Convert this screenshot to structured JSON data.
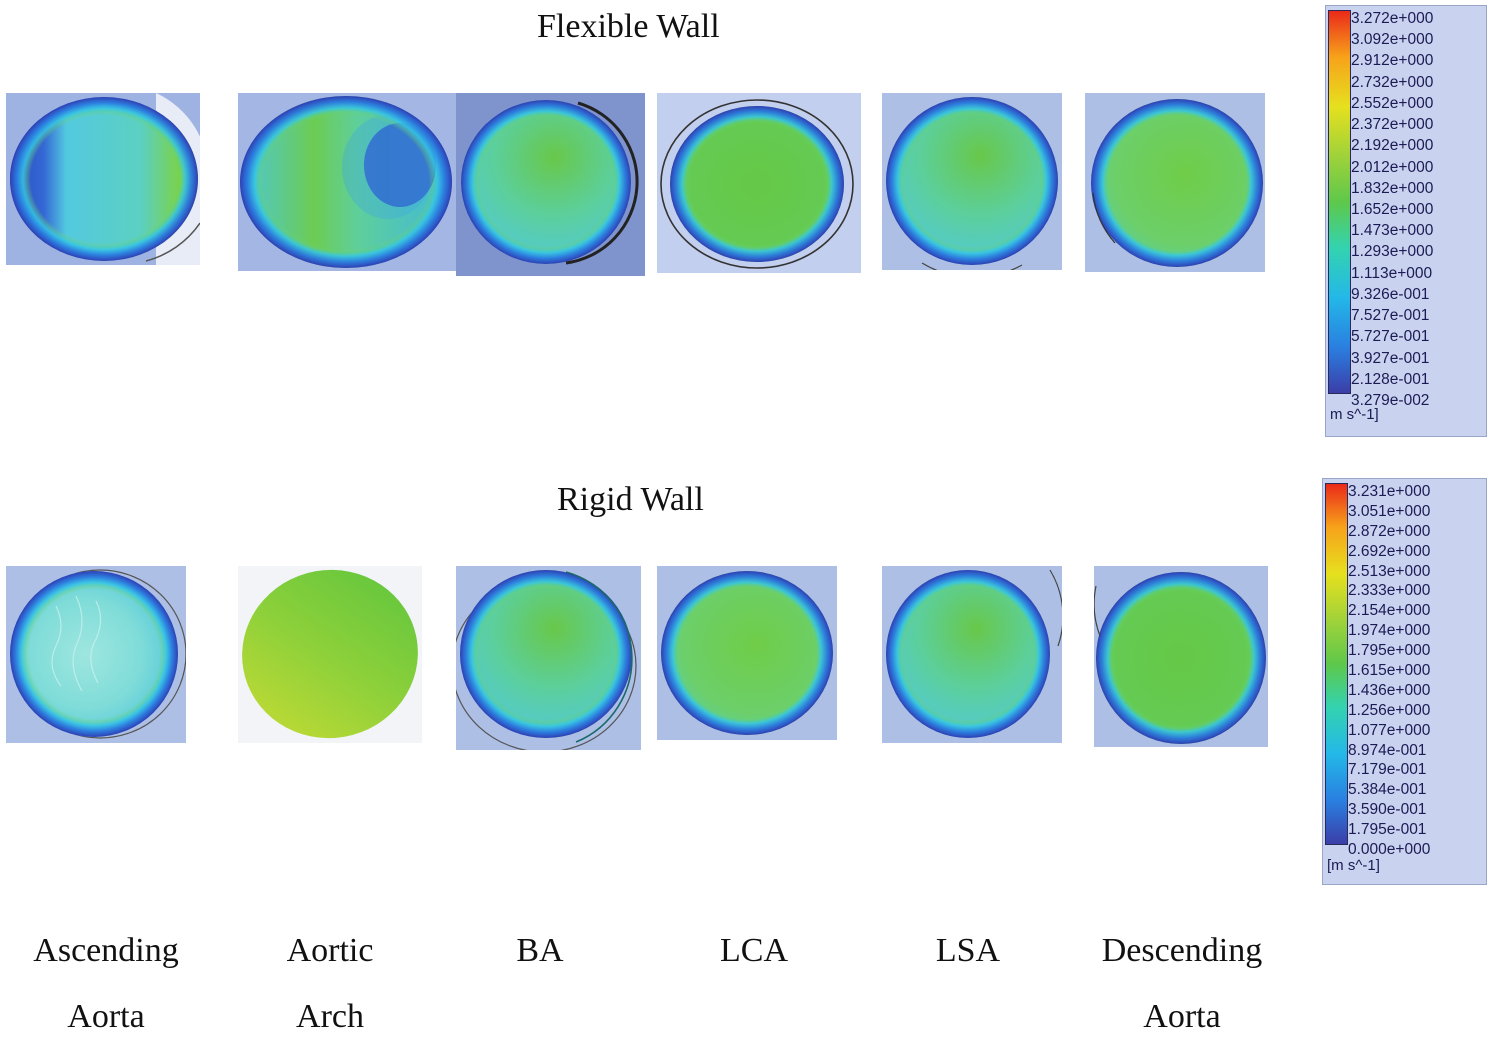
{
  "sections": [
    {
      "title": "Flexible Wall",
      "legend": {
        "ticks": [
          "3.272e+000",
          "3.092e+000",
          "2.912e+000",
          "2.732e+000",
          "2.552e+000",
          "2.372e+000",
          "2.192e+000",
          "2.012e+000",
          "1.832e+000",
          "1.652e+000",
          "1.473e+000",
          "1.293e+000",
          "1.113e+000",
          "9.326e-001",
          "7.527e-001",
          "5.727e-001",
          "3.927e-001",
          "2.128e-001",
          "3.279e-002"
        ],
        "unit": "m s^-1]"
      }
    },
    {
      "title": "Rigid Wall",
      "legend": {
        "ticks": [
          "3.231e+000",
          "3.051e+000",
          "2.872e+000",
          "2.692e+000",
          "2.513e+000",
          "2.333e+000",
          "2.154e+000",
          "1.974e+000",
          "1.795e+000",
          "1.615e+000",
          "1.436e+000",
          "1.256e+000",
          "1.077e+000",
          "8.974e-001",
          "7.179e-001",
          "5.384e-001",
          "3.590e-001",
          "1.795e-001",
          "0.000e+000"
        ],
        "unit": "[m s^-1]"
      }
    }
  ],
  "locations": [
    {
      "line1": "Ascending",
      "line2": "Aorta"
    },
    {
      "line1": "Aortic",
      "line2": "Arch"
    },
    {
      "line1": "BA",
      "line2": ""
    },
    {
      "line1": "LCA",
      "line2": ""
    },
    {
      "line1": "LSA",
      "line2": ""
    },
    {
      "line1": "Descending",
      "line2": "Aorta"
    }
  ],
  "colors": {
    "colormap": [
      "#3b4cc0",
      "#2a7fe0",
      "#23b8e8",
      "#33d3b0",
      "#5ec84a",
      "#9fd23a",
      "#e6e01e",
      "#f7a21a",
      "#ea3a1a"
    ],
    "panel_bg": "#a9bde6",
    "panel_bg_dark": "#7f91cc",
    "legend_bg": "#c9d2ee"
  }
}
